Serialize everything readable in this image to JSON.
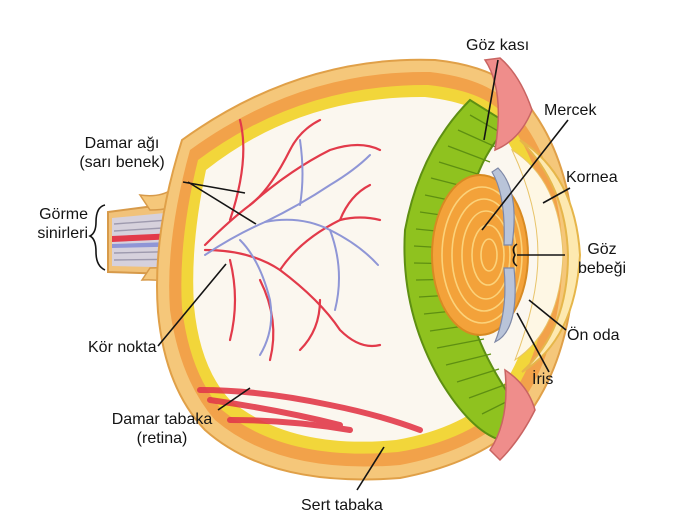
{
  "colors": {
    "sclera": "#f5c77a",
    "sclera_edge": "#e0a048",
    "choroid": "#f2a24a",
    "retina_yellow": "#f2d63a",
    "vitreous": "#fbf7ef",
    "lens": "#f3a23a",
    "ciliary": "#8fc21f",
    "iris": "#b9c4d9",
    "cornea": "#fde9b0",
    "artery": "#e23a4a",
    "vein": "#8f96d6",
    "nerve": "#c9c9d6",
    "muscle": "#ef8d8b",
    "label_line": "#141414"
  },
  "labels": {
    "goz_kasi": "Göz kası",
    "mercek": "Mercek",
    "kornea": "Kornea",
    "goz_bebegi_1": "Göz",
    "goz_bebegi_2": "bebeği",
    "on_oda": "Ön oda",
    "iris": "İris",
    "sert_tabaka": "Sert tabaka",
    "damar_tabaka_1": "Damar tabaka",
    "damar_tabaka_2": "(retina)",
    "kor_nokta": "Kör nokta",
    "gorme_1": "Görme",
    "gorme_2": "sinirleri",
    "damar_agi_1": "Damar ağı",
    "damar_agi_2": "(sarı benek)"
  }
}
